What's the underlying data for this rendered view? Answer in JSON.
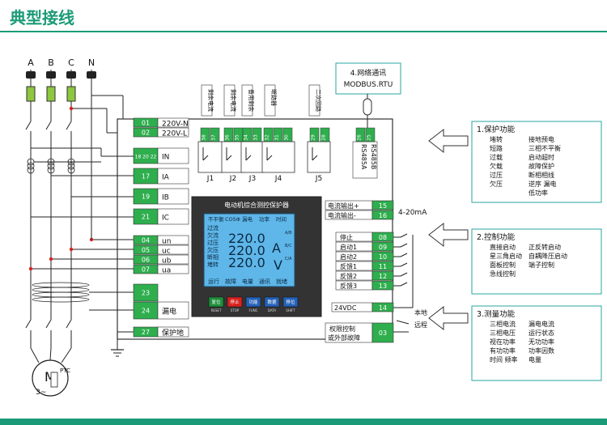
{
  "header": {
    "title": "典型接线"
  },
  "phases": [
    "A",
    "B",
    "C",
    "N"
  ],
  "motor": {
    "label": "M",
    "sub": "3~",
    "ptc": "PTC"
  },
  "network": {
    "title": "4.网络通讯",
    "protocol": "MODBUS.RTU"
  },
  "relay_labels": [
    "剩余电流",
    "剩余电流",
    "备用剩余",
    "断路器",
    "二次回路"
  ],
  "relay_names": [
    "J1",
    "J2",
    "J3",
    "J4",
    "J5"
  ],
  "relay_terms": [
    "38",
    "37",
    "36",
    "35",
    "34",
    "33",
    "32",
    "31",
    "30",
    "29",
    "28",
    "27",
    "26",
    "25"
  ],
  "rs485": [
    "RS485A",
    "RS485B"
  ],
  "left_terms": [
    {
      "num": "01",
      "label": "220V-N"
    },
    {
      "num": "02",
      "label": "220V-L"
    },
    {
      "num": "18 20 22",
      "label": "IN"
    },
    {
      "num": "17",
      "label": "IA"
    },
    {
      "num": "19",
      "label": "IB"
    },
    {
      "num": "21",
      "label": "IC"
    },
    {
      "num": "04",
      "label": "un"
    },
    {
      "num": "05",
      "label": "uc"
    },
    {
      "num": "06",
      "label": "ub"
    },
    {
      "num": "07",
      "label": "ua"
    },
    {
      "num": "23",
      "label": ""
    },
    {
      "num": "24",
      "label": "漏电"
    },
    {
      "num": "27",
      "label": "保护地"
    }
  ],
  "analog_out": [
    {
      "label": "电流输出+",
      "num": "15"
    },
    {
      "label": "电流输出-",
      "num": "16"
    }
  ],
  "analog_range": "4-20mA",
  "control_inputs": [
    {
      "label": "停止",
      "num": "08"
    },
    {
      "label": "启动1",
      "num": "09"
    },
    {
      "label": "启动2",
      "num": "10"
    },
    {
      "label": "反馈1",
      "num": "11"
    },
    {
      "label": "反馈2",
      "num": "12"
    },
    {
      "label": "反馈3",
      "num": "13"
    }
  ],
  "dc_supply": {
    "label": "24VDC",
    "num": "14"
  },
  "remote": {
    "label": "远程",
    "local": "本地"
  },
  "fault_out": {
    "label": "权限控制 或外部故障",
    "line1": "权限控制",
    "line2": "或外部故障",
    "num": "03"
  },
  "device": {
    "title": "电动机综合测控保护器",
    "lcd_top": [
      "不平衡",
      "COSΦ",
      "漏电",
      "功率",
      "时间"
    ],
    "lcd_left": [
      "过流",
      "欠流",
      "过压",
      "欠压",
      "断相",
      "堵转"
    ],
    "readings": [
      "220.0",
      "220.0",
      "220.0"
    ],
    "unit_a": "A",
    "unit_v": "V",
    "phase_tags": [
      "A/B",
      "B/C",
      "C/A"
    ],
    "lcd_bottom": [
      "运行",
      "故障",
      "电量",
      "通讯",
      "就绪"
    ],
    "buttons": [
      {
        "label": "复位",
        "sub": "RESET",
        "color": "#1e8f3a"
      },
      {
        "label": "停止",
        "sub": "STOP",
        "color": "#d8231f"
      },
      {
        "label": "功能",
        "sub": "FUNC",
        "color": "#2561b8"
      },
      {
        "label": "数据",
        "sub": "DATA",
        "color": "#2561b8"
      },
      {
        "label": "移位",
        "sub": "SHIFT",
        "color": "#2561b8"
      }
    ]
  },
  "panels": [
    {
      "title": "1.保护功能",
      "items": [
        [
          "堵转",
          "接地预电"
        ],
        [
          "短路",
          "三相不平衡"
        ],
        [
          "过载",
          "启动超时"
        ],
        [
          "欠载",
          "故障保护"
        ],
        [
          "过压",
          "断相相线"
        ],
        [
          "欠压",
          "逆序 漏电"
        ],
        [
          "",
          "低功率"
        ]
      ]
    },
    {
      "title": "2.控制功能",
      "items": [
        [
          "直接启动",
          "正反转启动"
        ],
        [
          "星三角启动",
          "自耦降压启动"
        ],
        [
          "面板控制",
          "端子控制"
        ],
        [
          "急线控制",
          ""
        ]
      ]
    },
    {
      "title": "3.测量功能",
      "items": [
        [
          "三相电流",
          "漏电电流"
        ],
        [
          "三相电压",
          "运行状态"
        ],
        [
          "视在功率",
          "无功功率"
        ],
        [
          "有功功率",
          "功率因数"
        ],
        [
          "时间  频率",
          "电量"
        ]
      ]
    }
  ],
  "colors": {
    "accent": "#1b9a78",
    "green_fuse": "#8dc63f",
    "term_green": "#2fae4e",
    "lcd": "#5fb6e8",
    "panel_border": "#2aa5a0"
  }
}
